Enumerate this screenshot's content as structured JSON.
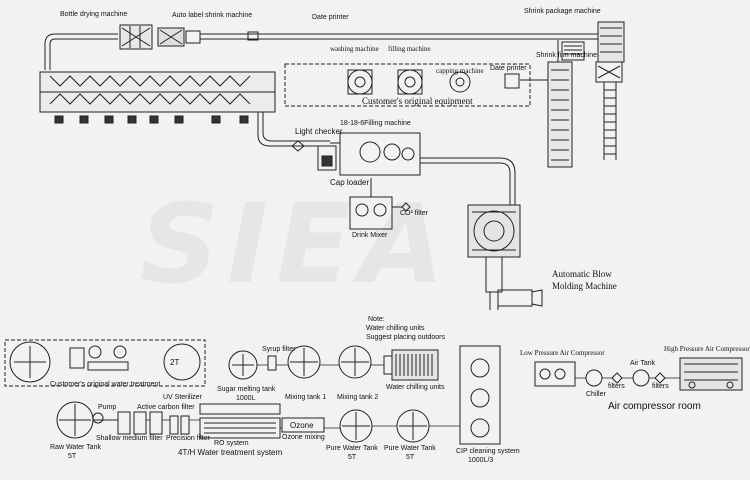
{
  "watermark": "SIEA",
  "labels": {
    "bottle_drying": "Bottle drying machine",
    "auto_label": "Auto label shrink machine",
    "date_printer_top": "Date printer",
    "shrink_package": "Shrink package machine",
    "washing": "washing machine",
    "filling": "filling machine",
    "capping": "capping machine",
    "date_printer_mid": "Date printer",
    "shrink_film": "Shrink film machine",
    "customer_equipment": "Customer's original equipment",
    "light_checker": "Light checker",
    "filling_18186": "18-18-6Filling machine",
    "cap_loader": "Cap loader",
    "co2_filter": "CO² filter",
    "drink_mixer": "Drink Mixer",
    "blow_molding": "Automatic Blow Molding Machine",
    "note_title": "Note:",
    "note_line1": "Water chilling units",
    "note_line2": "Suggest placing outdoors",
    "customer_water": "Customer's original water treatment",
    "uv": "UV Sterilizer",
    "pump": "Pump",
    "active_carbon": "Active carbon filter",
    "shallow": "Shallow medium filter",
    "precision": "Precision filter",
    "raw_tank": "Raw Water Tank",
    "raw_tank_cap": "5T",
    "ro": "RO system",
    "water_treatment": "4T/H Water treatment system",
    "syrup": "Syrup filter",
    "sugar_tank": "Sugar melting tank",
    "sugar_cap": "1000L",
    "ozone": "Ozone",
    "ozone_mixing": "Ozone mixing",
    "mixing1": "Mixing tank 1",
    "mixing2": "Mixing tank 2",
    "chilling": "Water chilling units",
    "pure1": "Pure Water Tank",
    "pure1_cap": "5T",
    "pure2": "Pure Water Tank",
    "pure2_cap": "5T",
    "cip": "CIP cleaning system",
    "cip_cap": "1000L/3",
    "low_comp": "Low Pressure Air Compressor",
    "chiller": "Chiller",
    "filters1": "filters",
    "air_tank": "Air Tank",
    "filters2": "filters",
    "high_comp": "High Pressure Air Compressor Unit",
    "air_room": "Air compressor room",
    "tank_2t": "2T"
  }
}
